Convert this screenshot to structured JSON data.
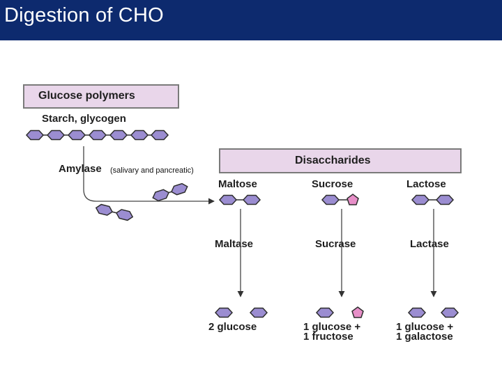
{
  "title": "Digestion of CHO",
  "colors": {
    "title_bar": "#0d2a6e",
    "box_fill": "#e9d6ea",
    "glucose_unit": "#9b8dd1",
    "fructose_unit": "#e78fc8",
    "outline": "#2d2d2d"
  },
  "polymers": {
    "header": "Glucose polymers",
    "subheader": "Starch, glycogen",
    "enzyme": "Amylase",
    "enzyme_note": "(salivary and pancreatic)"
  },
  "disaccharides": {
    "header": "Disaccharides",
    "columns": [
      {
        "sugar": "Maltose",
        "enzyme": "Maltase",
        "products": [
          "2 glucose"
        ]
      },
      {
        "sugar": "Sucrose",
        "enzyme": "Sucrase",
        "products": [
          "1 glucose +",
          "1 fructose"
        ]
      },
      {
        "sugar": "Lactose",
        "enzyme": "Lactase",
        "products": [
          "1 glucose +",
          "1 galactose"
        ]
      }
    ]
  }
}
